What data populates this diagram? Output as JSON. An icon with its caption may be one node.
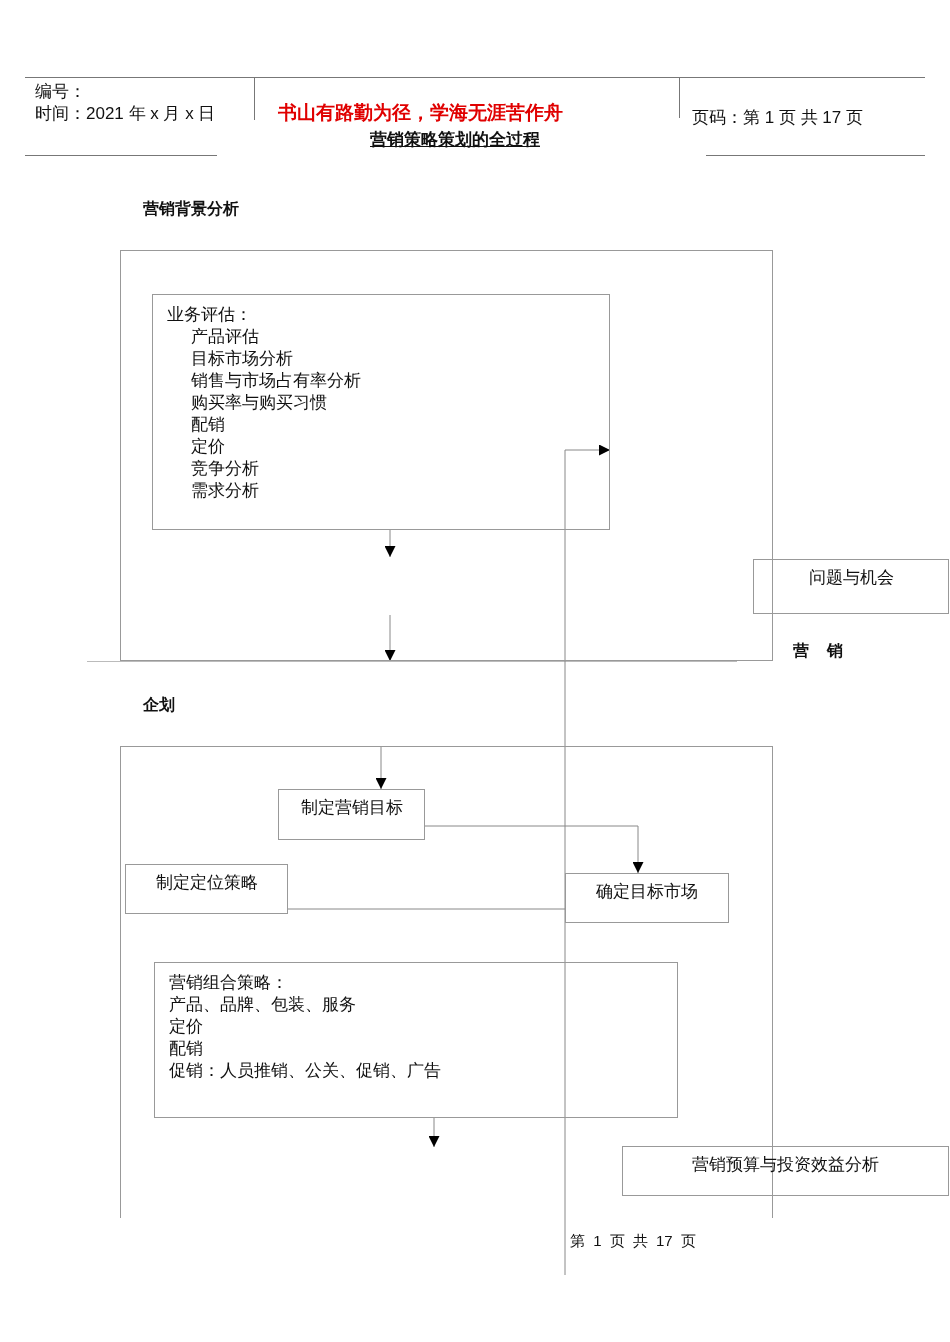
{
  "diagram": {
    "title": "营销策略策划的全过程",
    "nodes": [
      {
        "text": [
          "营销背景分析"
        ]
      },
      {
        "text": [
          "业务评估：",
          "产品评估",
          "目标市场分析",
          "销售与市场占有率分析",
          "购买率与购买习惯",
          "配销",
          "定价",
          "竞争分析",
          "需求分析"
        ],
        "in": 0
      },
      {
        "text": [
          "问题与机会"
        ]
      },
      {
        "text": [
          "企划"
        ]
      },
      {
        "text": [
          "制定营销目标"
        ],
        "in": 3
      },
      {
        "text": [
          "制定定位策略"
        ],
        "in": 3
      },
      {
        "text": [
          "确定目标市场"
        ],
        "in": 3
      },
      {
        "text": [
          "营销组合策略：",
          "产品、品牌、包装、服务",
          "定价",
          "配销",
          "促销：人员推销、公关、促销、广告"
        ],
        "in": 3
      },
      {
        "text": [
          "营销预算与投资效益分析"
        ]
      }
    ],
    "edges": [
      {
        "from": 1,
        "to": null,
        "arrow": "to"
      },
      {
        "from": null,
        "to": 0,
        "arrow": "to"
      },
      {
        "from": null,
        "to": 1,
        "arrow": "to"
      },
      {
        "from": 3,
        "to": 4,
        "arrow": "to"
      },
      {
        "from": 4,
        "to": 6,
        "arrow": "to"
      },
      {
        "from": 5,
        "to": 6,
        "arrow": "none"
      },
      {
        "from": 7,
        "to": null,
        "arrow": "to"
      }
    ],
    "labels": [
      "编号：",
      "时间：2021 年 x 月 x 日",
      "书山有路勤为径，学海无涯苦作舟",
      "页码：第 1 页  共 17 页",
      "营 销",
      "第 1 页 共 17 页"
    ]
  }
}
